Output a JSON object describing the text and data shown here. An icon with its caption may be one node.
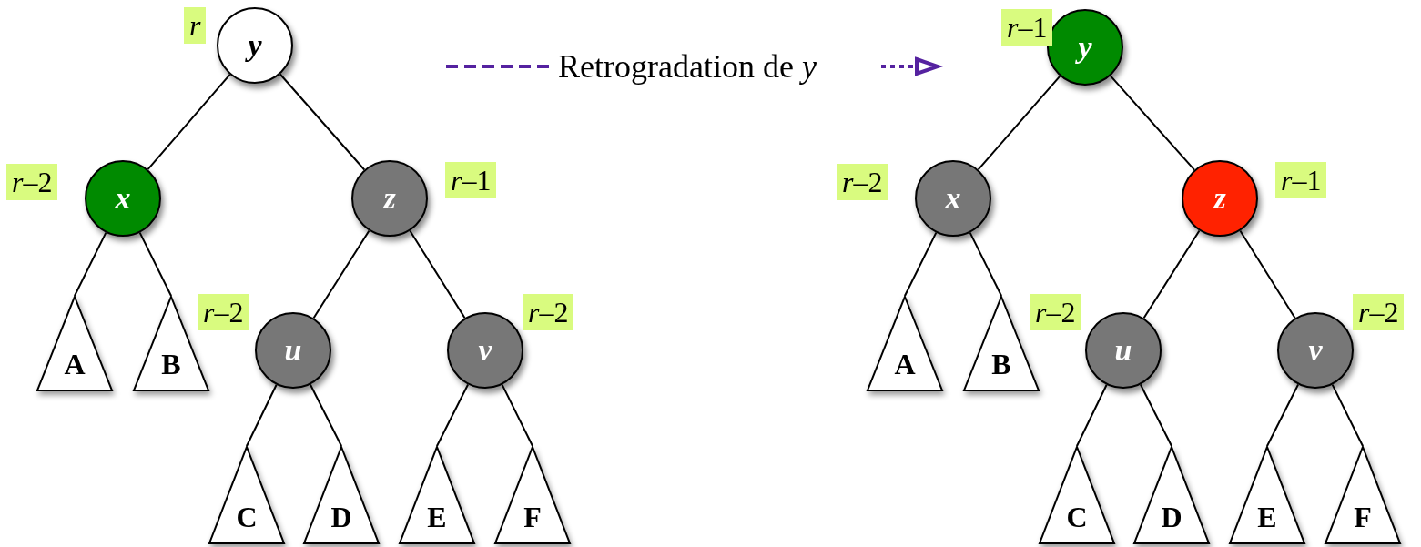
{
  "diagram": {
    "nodes": [
      {
        "text": [
          "y"
        ],
        "beside": [
          "*r*"
        ]
      },
      {
        "text": [
          "x"
        ],
        "beside": [
          "*r*–2"
        ]
      },
      {
        "text": [
          "z"
        ],
        "beside": [
          "*r*–1"
        ]
      },
      {
        "text": [
          "A"
        ]
      },
      {
        "text": [
          "B"
        ]
      },
      {
        "text": [
          "u"
        ],
        "beside": [
          "*r*–2"
        ]
      },
      {
        "text": [
          "v"
        ],
        "beside": [
          "*r*–2"
        ]
      },
      {
        "text": [
          "C"
        ]
      },
      {
        "text": [
          "D"
        ]
      },
      {
        "text": [
          "E"
        ]
      },
      {
        "text": [
          "F"
        ]
      },
      {
        "text": [
          "y"
        ],
        "beside": [
          "*r*–1"
        ]
      },
      {
        "text": [
          "x"
        ],
        "beside": [
          "*r*–2"
        ]
      },
      {
        "text": [
          "z"
        ],
        "beside": [
          "*r*–1"
        ]
      },
      {
        "text": [
          "A"
        ]
      },
      {
        "text": [
          "B"
        ]
      },
      {
        "text": [
          "u"
        ],
        "beside": [
          "*r*–2"
        ]
      },
      {
        "text": [
          "v"
        ],
        "beside": [
          "*r*–2"
        ]
      },
      {
        "text": [
          "C"
        ]
      },
      {
        "text": [
          "D"
        ]
      },
      {
        "text": [
          "E"
        ]
      },
      {
        "text": [
          "F"
        ]
      }
    ],
    "edges": [
      {
        "from": 0,
        "to": 1,
        "arrow": "none"
      },
      {
        "from": 0,
        "to": 2,
        "arrow": "none"
      },
      {
        "from": 1,
        "to": 3,
        "arrow": "none"
      },
      {
        "from": 1,
        "to": 4,
        "arrow": "none"
      },
      {
        "from": 2,
        "to": 5,
        "arrow": "none"
      },
      {
        "from": 2,
        "to": 6,
        "arrow": "none"
      },
      {
        "from": 5,
        "to": 7,
        "arrow": "none"
      },
      {
        "from": 5,
        "to": 8,
        "arrow": "none"
      },
      {
        "from": 6,
        "to": 9,
        "arrow": "none"
      },
      {
        "from": 6,
        "to": 10,
        "arrow": "none"
      },
      {
        "from": 11,
        "to": 12,
        "arrow": "none"
      },
      {
        "from": 11,
        "to": 13,
        "arrow": "none"
      },
      {
        "from": 12,
        "to": 14,
        "arrow": "none"
      },
      {
        "from": 12,
        "to": 15,
        "arrow": "none"
      },
      {
        "from": 13,
        "to": 16,
        "arrow": "none"
      },
      {
        "from": 13,
        "to": 17,
        "arrow": "none"
      },
      {
        "from": 16,
        "to": 18,
        "arrow": "none"
      },
      {
        "from": 16,
        "to": 19,
        "arrow": "none"
      },
      {
        "from": 17,
        "to": 20,
        "arrow": "none"
      },
      {
        "from": 17,
        "to": 21,
        "arrow": "none"
      }
    ],
    "labels": [
      "Retrogradation de *y*"
    ]
  }
}
